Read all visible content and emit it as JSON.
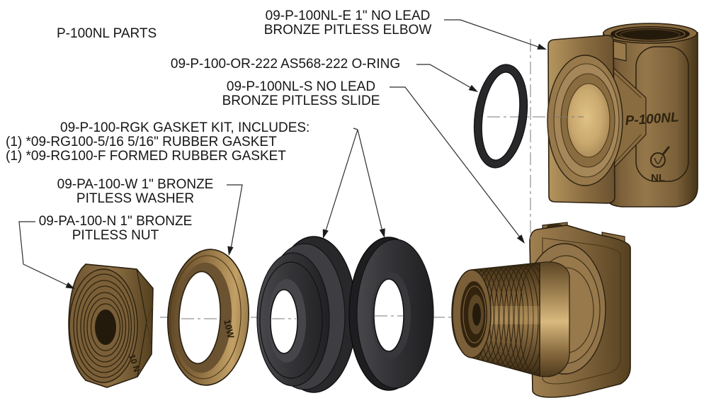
{
  "drawing": {
    "title": "P-100NL PARTS",
    "labels": {
      "elbow": "09-P-100NL-E 1\" NO LEAD\nBRONZE PITLESS ELBOW",
      "oring": "09-P-100-OR-222  AS568-222 O-RING",
      "slide": "09-P-100NL-S NO LEAD\nBRONZE PITLESS SLIDE",
      "gasket_kit_line1": "09-P-100-RGK GASKET KIT, INCLUDES:",
      "gasket_kit_line2": "(1) *09-RG100-5/16  5/16\" RUBBER GASKET",
      "gasket_kit_line3": "(1) *09-RG100-F FORMED RUBBER GASKET",
      "washer": "09-PA-100-W 1\" BRONZE\nPITLESS WASHER",
      "nut": "09-PA-100-N 1\" BRONZE\nPITLESS NUT"
    },
    "part_markings": {
      "elbow_model": "P-100NL",
      "elbow_cert": "NL",
      "washer": "10W",
      "nut": "10 N"
    },
    "colors": {
      "bronze": "#8a6c41",
      "bronze_dark": "#55401f",
      "bronze_light": "#c5a26a",
      "rubber_black": "#2e2e31",
      "line": "#2e2e2e",
      "background": "#ffffff"
    }
  }
}
